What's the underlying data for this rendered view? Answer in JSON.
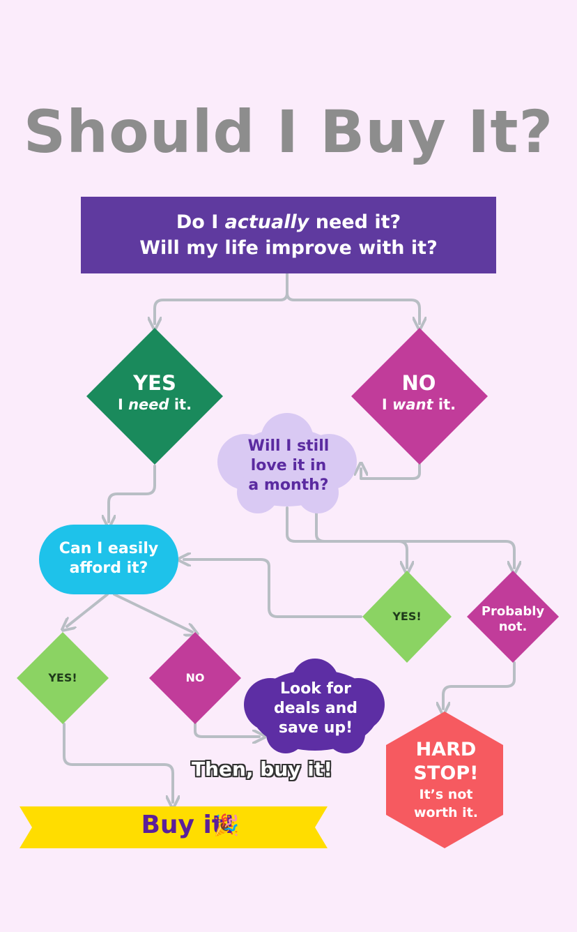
{
  "title": "Should I Buy It?",
  "top_question": {
    "line1_a": "Do I ",
    "line1_em": "actually",
    "line1_b": " need it?",
    "line2": "Will my life improve with it?"
  },
  "yes_need": {
    "heading": "YES",
    "a": "I ",
    "em": "need",
    "b": " it."
  },
  "no_want": {
    "heading": "NO",
    "a": "I ",
    "em": "want",
    "b": " it."
  },
  "love_month": {
    "line1": "Will I still",
    "line2": "love it in",
    "line3": "a month?"
  },
  "afford": {
    "line1": "Can I easily",
    "line2": "afford it?"
  },
  "month_yes": "YES!",
  "month_probably": {
    "line1": "Probably",
    "line2": "not."
  },
  "afford_yes": "YES!",
  "afford_no": "NO",
  "deals": {
    "line1": "Look for",
    "line2": "deals and",
    "line3": "save up!"
  },
  "then_buy": "Then, buy it!",
  "buy_it": "Buy it!",
  "hard_stop": {
    "line1": "HARD",
    "line2": "STOP!",
    "line3": "It’s not",
    "line4": "worth it."
  },
  "icons": {
    "celebration": "party-popper-icon"
  },
  "colors": {
    "background": "#fbecfb",
    "purple": "#5f3a9f",
    "green_dark": "#1a8a5c",
    "magenta": "#c13c9a",
    "lavender": "#d9c9f3",
    "cyan": "#1ec2ea",
    "green_light": "#8bd363",
    "deep_purple": "#5d2ea4",
    "coral": "#f65a60",
    "yellow": "#ffdd00",
    "connector": "#b8bec4",
    "title": "#8d8d8d"
  }
}
